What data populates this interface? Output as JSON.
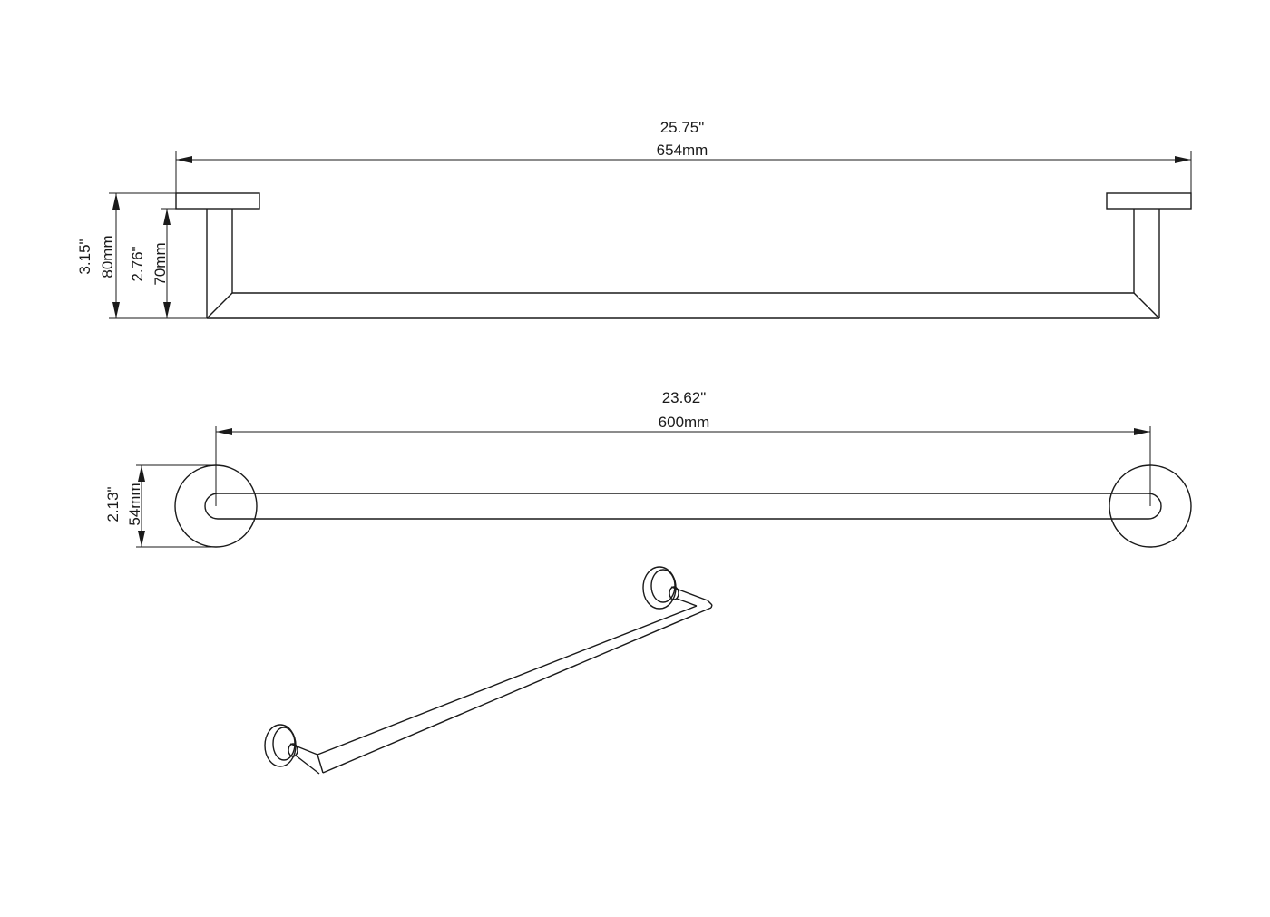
{
  "front_view": {
    "overall_length_in": "25.75\"",
    "overall_length_mm": "654mm",
    "total_height_in": "3.15\"",
    "total_height_mm": "80mm",
    "projection_in": "2.76\"",
    "projection_mm": "70mm"
  },
  "top_view": {
    "bar_length_in": "23.62\"",
    "bar_length_mm": "600mm",
    "flange_diameter_in": "2.13\"",
    "flange_diameter_mm": "54mm"
  }
}
